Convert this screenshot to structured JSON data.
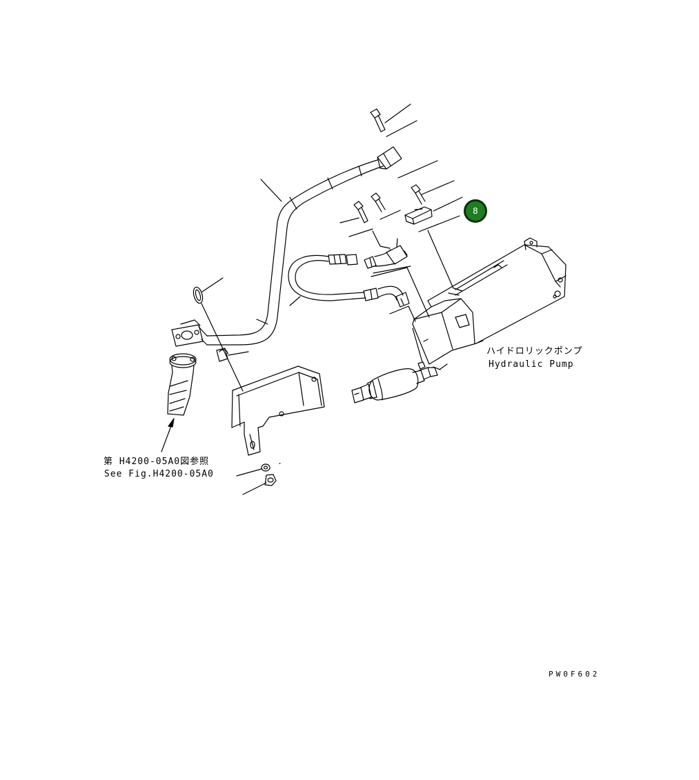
{
  "labels": {
    "hydraulic_pump_jp": "ハイドロリックポンプ",
    "hydraulic_pump_en": "Hydraulic Pump",
    "see_fig_jp": "第 H4200-05A0図参照",
    "see_fig_en": "See Fig.H4200-05A0",
    "figure_code": "PW0F602"
  },
  "callouts": [
    {
      "number": "8",
      "color": "#1e7d1e"
    }
  ]
}
